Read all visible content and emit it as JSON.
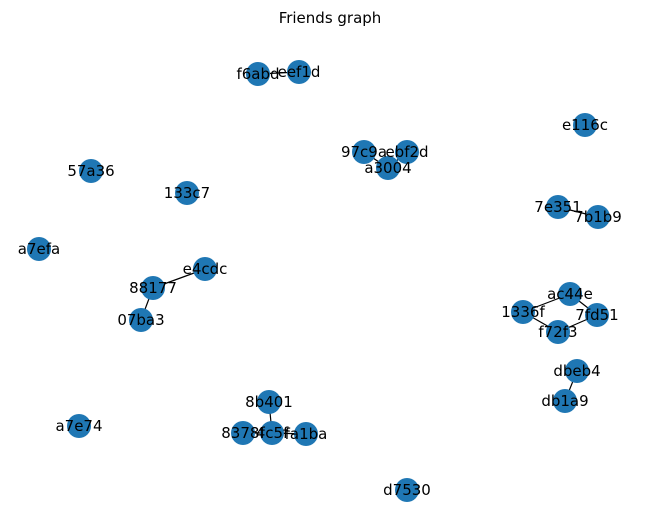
{
  "title": "Friends graph",
  "colors": {
    "node_fill": "#1f77b4",
    "edge": "#000000",
    "label": "#000000",
    "background": "#ffffff"
  },
  "nodes": [
    {
      "id": "f6abd",
      "label": "f6abd"
    },
    {
      "id": "eef1d",
      "label": "eef1d"
    },
    {
      "id": "e116c",
      "label": "e116c"
    },
    {
      "id": "97c9a",
      "label": "97c9a"
    },
    {
      "id": "ebf2d",
      "label": "ebf2d"
    },
    {
      "id": "a3004",
      "label": "a3004"
    },
    {
      "id": "57a36",
      "label": "57a36"
    },
    {
      "id": "133c7",
      "label": "133c7"
    },
    {
      "id": "7e351",
      "label": "7e351"
    },
    {
      "id": "7b1b9",
      "label": "7b1b9"
    },
    {
      "id": "a7efa",
      "label": "a7efa"
    },
    {
      "id": "e4cdc",
      "label": "e4cdc"
    },
    {
      "id": "88177",
      "label": "88177"
    },
    {
      "id": "07ba3",
      "label": "07ba3"
    },
    {
      "id": "ac44e",
      "label": "ac44e"
    },
    {
      "id": "1336f",
      "label": "1336f"
    },
    {
      "id": "7fd51",
      "label": "7fd51"
    },
    {
      "id": "f72f3",
      "label": "f72f3"
    },
    {
      "id": "dbeb4",
      "label": "dbeb4"
    },
    {
      "id": "db1a9",
      "label": "db1a9"
    },
    {
      "id": "8b401",
      "label": "8b401"
    },
    {
      "id": "8378f",
      "label": "8378f"
    },
    {
      "id": "4c5f",
      "label": "4c5f"
    },
    {
      "id": "fa1ba",
      "label": "fa1ba"
    },
    {
      "id": "a7e74",
      "label": "a7e74"
    },
    {
      "id": "d7530",
      "label": "d7530"
    }
  ],
  "edges": [
    [
      "f6abd",
      "eef1d"
    ],
    [
      "97c9a",
      "a3004"
    ],
    [
      "ebf2d",
      "a3004"
    ],
    [
      "7e351",
      "7b1b9"
    ],
    [
      "e4cdc",
      "88177"
    ],
    [
      "88177",
      "07ba3"
    ],
    [
      "ac44e",
      "1336f"
    ],
    [
      "ac44e",
      "7fd51"
    ],
    [
      "1336f",
      "f72f3"
    ],
    [
      "7fd51",
      "f72f3"
    ],
    [
      "dbeb4",
      "db1a9"
    ],
    [
      "8b401",
      "4c5f"
    ],
    [
      "8378f",
      "4c5f"
    ],
    [
      "4c5f",
      "fa1ba"
    ]
  ]
}
